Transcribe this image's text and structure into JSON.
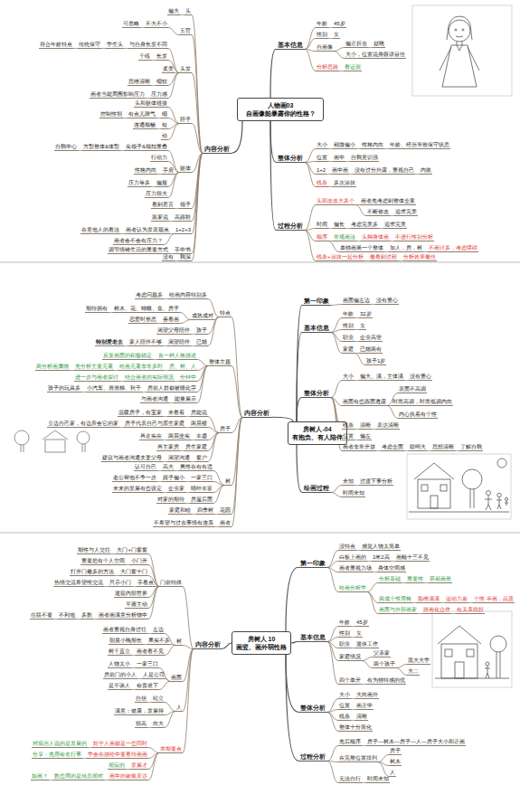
{
  "diagram": {
    "nodes": [
      {
        "text": [
          "人物画03",
          "自画像能暴露你的性格？"
        ]
      },
      {
        "text": [
          "内容分析"
        ]
      },
      {
        "text": [
          "基本信息"
        ]
      },
      {
        "text": [
          "整体分析"
        ]
      },
      {
        "text": [
          "过程分析"
        ]
      },
      {
        "text": [
          "房树人-04",
          "有抱负、有人陪伴"
        ]
      },
      {
        "text": [
          "内容分析"
        ]
      },
      {
        "text": [
          "第一印象"
        ]
      },
      {
        "text": [
          "基本信息"
        ]
      },
      {
        "text": [
          "整体分析"
        ]
      },
      {
        "text": [
          "绘画过程"
        ]
      },
      {
        "text": [
          "房树人 10",
          "画竖、画外弱性格"
        ]
      },
      {
        "text": [
          "内容分析"
        ]
      },
      {
        "text": [
          "第一印象"
        ]
      },
      {
        "text": [
          "基本信息"
        ]
      },
      {
        "text": [
          "整体分析"
        ]
      },
      {
        "text": [
          "过程分析"
        ]
      }
    ],
    "edges": [
      {
        "from": 0,
        "to": 1,
        "arrow": "none"
      },
      {
        "from": 0,
        "to": 2,
        "arrow": "none"
      },
      {
        "from": 0,
        "to": 3,
        "arrow": "none"
      },
      {
        "from": 0,
        "to": 4,
        "arrow": "none"
      },
      {
        "from": 5,
        "to": 6,
        "arrow": "none"
      },
      {
        "from": 5,
        "to": 7,
        "arrow": "none"
      },
      {
        "from": 5,
        "to": 8,
        "arrow": "none"
      },
      {
        "from": 5,
        "to": 9,
        "arrow": "none"
      },
      {
        "from": 5,
        "to": 10,
        "arrow": "none"
      },
      {
        "from": 11,
        "to": 12,
        "arrow": "none"
      },
      {
        "from": 11,
        "to": 13,
        "arrow": "none"
      },
      {
        "from": 11,
        "to": 14,
        "arrow": "none"
      },
      {
        "from": 11,
        "to": 15,
        "arrow": "none"
      },
      {
        "from": 11,
        "to": 16,
        "arrow": "none"
      }
    ],
    "labels": [
      "头",
      "偏大",
      "五官",
      "不大不小",
      "可忽略",
      "头发",
      "与自身长发不同",
      "学生头",
      "传统保守",
      "符合年龄特点",
      "长发",
      "干练",
      "柔美",
      "细软",
      "思维清晰",
      "压力感",
      "画者当能周围影响压力",
      "脖子",
      "头和躯体链接",
      "细",
      "有点儿脾气",
      "控制性弱",
      "短",
      "连通顺畅",
      "动",
      "躯体",
      "尖领子&领扣重叠",
      "方型整体&体型",
      "自我中心",
      "行动力",
      "手肩",
      "性格内向",
      "偏瘦",
      "压力等多",
      "压力很大",
      "领子",
      "看到若言",
      "高跟鞋",
      "装家说",
      "1+2+3",
      "画者认为发表观点",
      "在意他人的看法",
      "画者会不会有压力？",
      "手中书",
      "调节情绪生活的重要方式",
      "我深",
      "没有",
      "年龄",
      "45岁",
      "性别",
      "女",
      "自画像",
      "偏正折去",
      "赵晓",
      "大小，位置说身眼讲目佳",
      "分析思路",
      "看证据",
      "大小",
      "稍微偏小",
      "性格内向",
      "年龄、经历导致保守状态",
      "位置",
      "画中",
      "自我意识强",
      "1+2",
      "画中画",
      "没有过分外露，重视自己",
      "内敛",
      "线条",
      "多次涂抹",
      "头部改改大多个",
      "画者先考虑到整体全案",
      "不断修改",
      "追求完美",
      "时间",
      "偏长",
      "考虑完美多",
      "追求完美",
      "顺序",
      "常规画法",
      "头脚身体画",
      "不进行性别分析",
      "单独画第一个整体",
      "加人，房，树",
      "不画讨多，考虑障碍",
      "线条+涂抹一起分析",
      "最看到过程",
      "分析效率最佳",
      "画面偏左边",
      "没有重心",
      "年龄",
      "32岁",
      "性别",
      "女",
      "职业",
      "企业高管",
      "家庭",
      "已婚两有",
      "孩子1岁",
      "大小",
      "偏大、满，主体满",
      "没有重心",
      "画面有些西面透露",
      "表面不高调",
      "时而高调，时而低调内向",
      "内心执着有个性",
      "线条",
      "清晰",
      "表达清晰",
      "位置",
      "偏左",
      "画者非常开放",
      "考虑全面",
      "聪明大",
      "思想清晰",
      "了解自我",
      "未知",
      "过渡下事分析",
      "时间未知",
      "特点",
      "绘画内容特别多",
      "考虑问题多",
      "成熟成对",
      "树木、花、蝴蝶、鱼、房子",
      "期待拥有",
      "喜看画",
      "恋爱时形态",
      "孩子",
      "渴望父母陪伴",
      "已婚",
      "渴望陪伴",
      "家人陪伴不够",
      "特别爱老去",
      "整体主题",
      "首一种人格描述",
      "反复画面的积极稳定",
      "房、树、人",
      "绘画元素非常多时",
      "先分析主要元素",
      "两分析画属物",
      "分钟中",
      "结合画者的实际情况",
      "进一步与画者探讨",
      "房前人群都被睡此字",
      "小汽车、滑滑梯、秋千",
      "孩子的玩具多",
      "能量展示",
      "与画者沟通",
      "房子",
      "房能说",
      "未看着",
      "温暖房子，有宝家",
      "两层楼",
      "房子代表自己与原生家庭",
      "立边自己家，有边所会它的家",
      "丰盛",
      "两层坐实",
      "再走实在",
      "房生家庭",
      "再主家房",
      "窗户",
      "渴望沟通",
      "建议与画者沟通夫妻父母",
      "树",
      "男性在有有适",
      "高大",
      "认可自己",
      "一家三口",
      "跟子偏小",
      "老公帮他不争一步",
      "晴叶丰富",
      "企业家",
      "未来的发展有些设定",
      "房屋后面",
      "对家的期待",
      "花园",
      "四季树",
      "家庭和睦",
      "画者",
      "不希望与过去事情有连系",
      "没特点",
      "感觉人物太简单",
      "白板上画的",
      "1米2高",
      "画幅十三不见",
      "画者重视力场",
      "身体空间感",
      "绘画分析学",
      "分析基础",
      "重要性",
      "容易画形",
      "两成个性用格",
      "脂维满满",
      "运动力差",
      "个性 半画，品质",
      "画面与外部画家",
      "跳画化合作",
      "有关系很好",
      "年龄",
      "45岁",
      "性别",
      "女",
      "职业",
      "退休工作",
      "家庭情况",
      "父亲家",
      "两个孩子",
      "黑大大学",
      "大二",
      "四个单开",
      "有为独特感的优",
      "大小",
      "大向画外",
      "位置",
      "画正中",
      "线条",
      "清晰",
      "整体十分简化",
      "先后顺序",
      "房子—树木—房子—人—房子大小和正画",
      "在完整位置排列",
      "房子",
      "树木",
      "人",
      "无法自行",
      "时间未知",
      "门前特殊",
      "大门+门窗窗",
      "期性与人交往",
      "小门开",
      "重要把有个人空间",
      "大门窗十门",
      "打开门最多的方法",
      "手看点",
      "只示小门",
      "热情交流希望性交流",
      "退留内部世界",
      "平庸主动",
      "画者画满意分析物中",
      "多数",
      "不利地",
      "任联不要",
      "树",
      "左边",
      "画者重视自身过往",
      "果实不多",
      "朝晨小晚期长",
      "画者看不见",
      "树干直立",
      "画面",
      "一家三口",
      "人物太小",
      "人是公司",
      "房前门的小人",
      "命贵谁下",
      "是平谈人",
      "人",
      "站立",
      "自信",
      "满意：健康，发展得",
      "向大",
      "很高",
      "本期要点",
      "好于人画都是一些同时",
      "对病历人说的是发展的",
      "学会在描绘中要看待画画",
      "分享：先用命名行事",
      "发展才",
      "相应的",
      "画中的敏银表达",
      "数些用的是信息相对",
      "如画？"
    ]
  }
}
